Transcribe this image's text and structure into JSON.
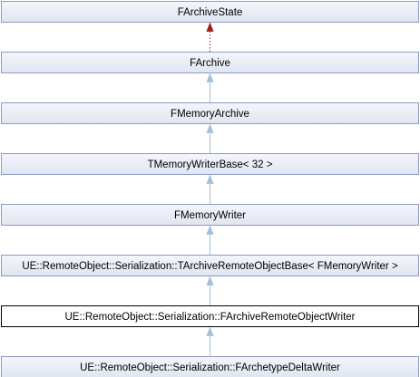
{
  "colors": {
    "node_fill_top": "#f4f6fb",
    "node_fill_bottom": "#dfe5f1",
    "node_border": "#8a9bc4",
    "highlight_fill": "#ffffff",
    "highlight_border": "#000000",
    "edge_solid": "#a4c0d8",
    "edge_dotted": "#a61c1c"
  },
  "nodes": [
    {
      "id": "farchivestate",
      "label": "FArchiveState",
      "highlighted": false
    },
    {
      "id": "farchive",
      "label": "FArchive",
      "highlighted": false
    },
    {
      "id": "fmemoryarchive",
      "label": "FMemoryArchive",
      "highlighted": false
    },
    {
      "id": "tmemorywriterbase",
      "label": "TMemoryWriterBase< 32 >",
      "highlighted": false
    },
    {
      "id": "fmemorywriter",
      "label": "FMemoryWriter",
      "highlighted": false
    },
    {
      "id": "tarchiveremoteobjectbase",
      "label": "UE::RemoteObject::Serialization::TArchiveRemoteObjectBase< FMemoryWriter >",
      "highlighted": false
    },
    {
      "id": "farchiveremoteobjectwriter",
      "label": "UE::RemoteObject::Serialization::FArchiveRemoteObjectWriter",
      "highlighted": true
    },
    {
      "id": "farchetypedeltawriter",
      "label": "UE::RemoteObject::Serialization::FArchetypeDeltaWriter",
      "highlighted": false
    }
  ],
  "edges": [
    {
      "from": "farchive",
      "to": "farchivestate",
      "style": "dotted"
    },
    {
      "from": "fmemoryarchive",
      "to": "farchive",
      "style": "solid"
    },
    {
      "from": "tmemorywriterbase",
      "to": "fmemoryarchive",
      "style": "solid"
    },
    {
      "from": "fmemorywriter",
      "to": "tmemorywriterbase",
      "style": "solid"
    },
    {
      "from": "tarchiveremoteobjectbase",
      "to": "fmemorywriter",
      "style": "solid"
    },
    {
      "from": "farchiveremoteobjectwriter",
      "to": "tarchiveremoteobjectbase",
      "style": "solid"
    },
    {
      "from": "farchetypedeltawriter",
      "to": "farchiveremoteobjectwriter",
      "style": "solid"
    }
  ]
}
